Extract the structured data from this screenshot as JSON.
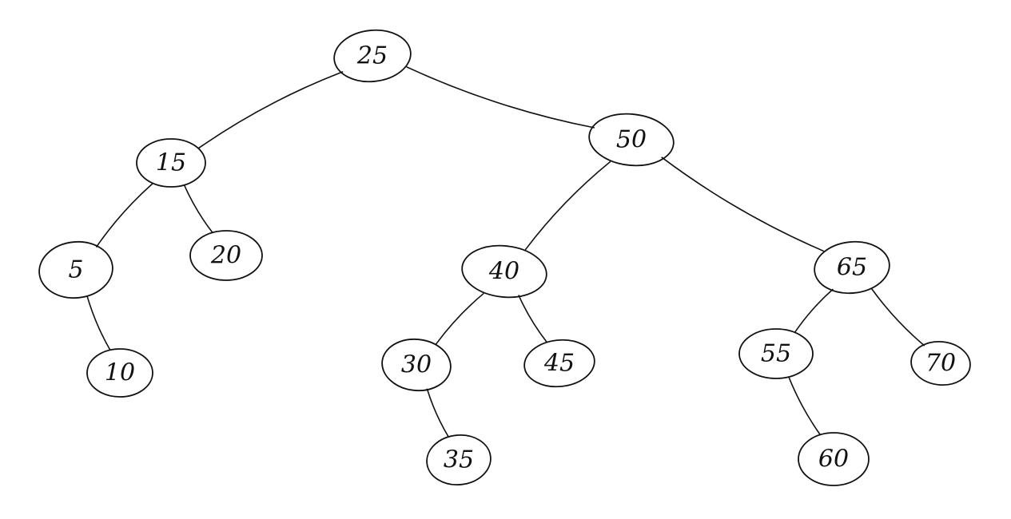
{
  "tree": {
    "stroke_color": "#111111",
    "nodes": [
      {
        "id": "n25",
        "label": "25"
      },
      {
        "id": "n15",
        "label": "15"
      },
      {
        "id": "n50",
        "label": "50"
      },
      {
        "id": "n5",
        "label": "5"
      },
      {
        "id": "n20",
        "label": "20"
      },
      {
        "id": "n40",
        "label": "40"
      },
      {
        "id": "n65",
        "label": "65"
      },
      {
        "id": "n10",
        "label": "10"
      },
      {
        "id": "n30",
        "label": "30"
      },
      {
        "id": "n45",
        "label": "45"
      },
      {
        "id": "n55",
        "label": "55"
      },
      {
        "id": "n70",
        "label": "70"
      },
      {
        "id": "n35",
        "label": "35"
      },
      {
        "id": "n60",
        "label": "60"
      }
    ],
    "edges": [
      {
        "from": "n25",
        "to": "n15"
      },
      {
        "from": "n25",
        "to": "n50"
      },
      {
        "from": "n15",
        "to": "n5"
      },
      {
        "from": "n15",
        "to": "n20"
      },
      {
        "from": "n5",
        "to": "n10"
      },
      {
        "from": "n50",
        "to": "n40"
      },
      {
        "from": "n50",
        "to": "n65"
      },
      {
        "from": "n40",
        "to": "n30"
      },
      {
        "from": "n40",
        "to": "n45"
      },
      {
        "from": "n30",
        "to": "n35"
      },
      {
        "from": "n65",
        "to": "n55"
      },
      {
        "from": "n65",
        "to": "n70"
      },
      {
        "from": "n55",
        "to": "n60"
      }
    ]
  }
}
